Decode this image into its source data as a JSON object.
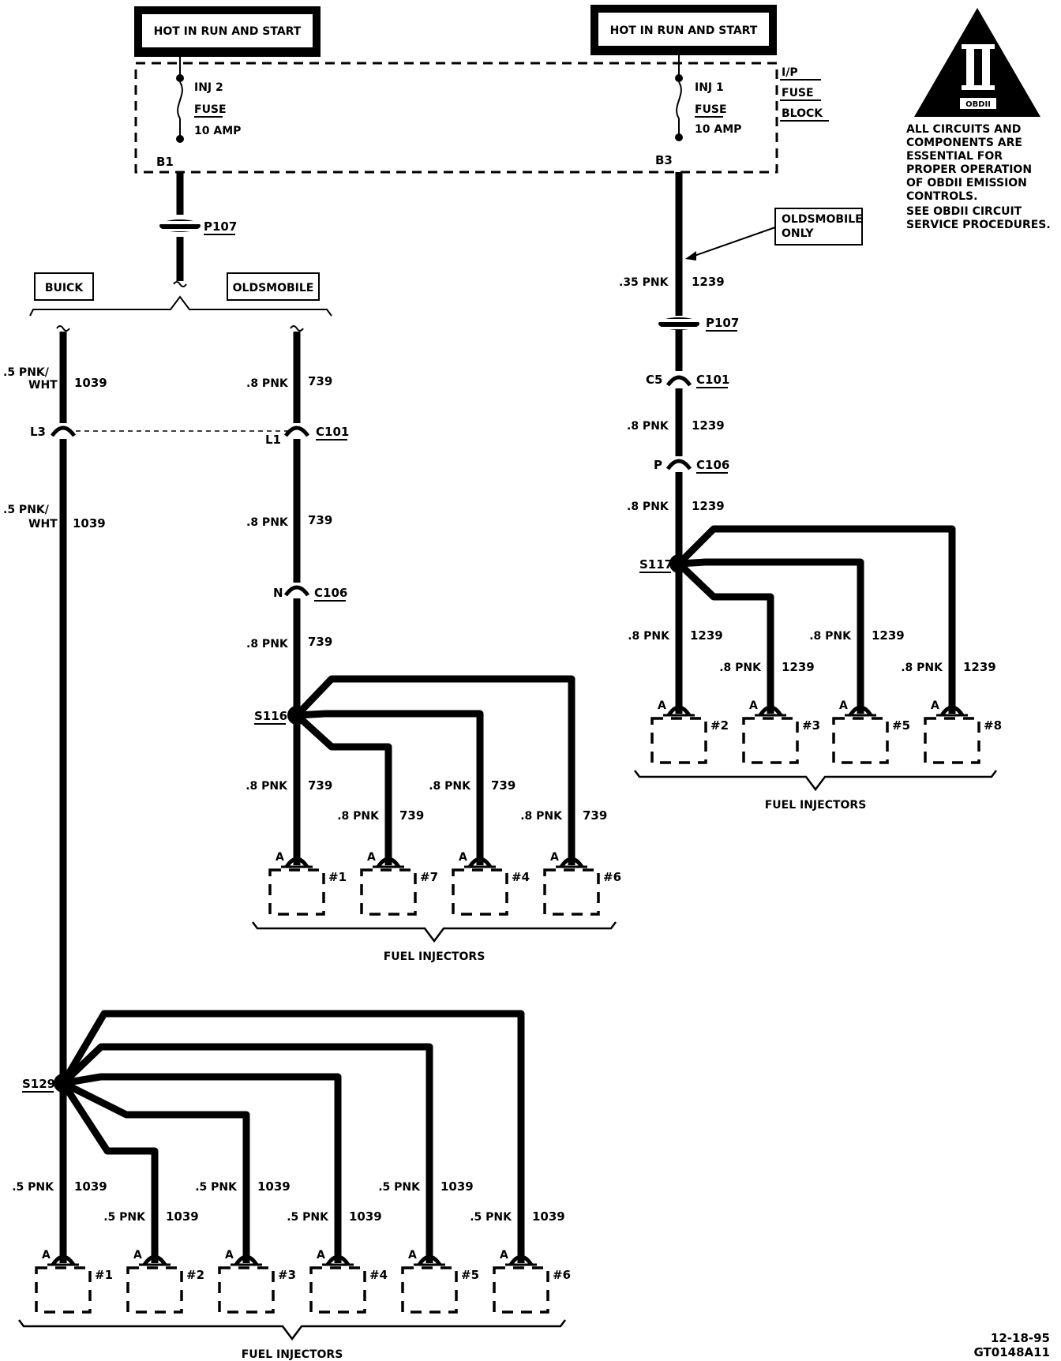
{
  "power": {
    "left_title": "HOT IN RUN AND START",
    "right_title": "HOT IN RUN AND START"
  },
  "fuse_block": {
    "label_line1": "I/P",
    "label_line2": "FUSE",
    "label_line3": "BLOCK",
    "left_fuse": {
      "name": "INJ 2",
      "type": "FUSE",
      "rating": "10 AMP",
      "terminal": "B1"
    },
    "right_fuse": {
      "name": "INJ 1",
      "type": "FUSE",
      "rating": "10 AMP",
      "terminal": "B3"
    }
  },
  "obd": {
    "symbol": "II",
    "badge": "OBDII",
    "note": [
      "ALL CIRCUITS AND",
      "COMPONENTS ARE",
      "ESSENTIAL FOR",
      "PROPER OPERATION",
      "OF OBDII EMISSION",
      "CONTROLS.",
      "SEE OBDII CIRCUIT",
      "SERVICE PROCEDURES."
    ]
  },
  "connectors": {
    "p107_left": "P107",
    "p107_right": "P107",
    "c101_right": "C101",
    "c101_right_pin": "C5",
    "c106_right": "C106",
    "c106_right_pin": "P",
    "c101_left": "C101",
    "c101_left_pin_buick": "L3",
    "c101_left_pin_olds": "L1",
    "c106_left": "C106",
    "c106_left_pin": "N"
  },
  "branches": {
    "buick": "BUICK",
    "oldsmobile": "OLDSMOBILE",
    "olds_only": [
      "OLDSMOBILE",
      "ONLY"
    ]
  },
  "wires": {
    "r_035": ".35 PNK",
    "r_1239": "1239",
    "r_c101_c106_gauge": ".8 PNK",
    "r_c101_c106_circ": "1239",
    "r_c106_s117_gauge": ".8 PNK",
    "r_c106_s117_circ": "1239",
    "buick_top_gauge": [
      ".5 PNK/",
      "WHT"
    ],
    "buick_top_circ": "1039",
    "buick_mid_gauge": [
      ".5 PNK/",
      "WHT"
    ],
    "buick_mid_circ": "1039",
    "olds_top_gauge": ".8 PNK",
    "olds_top_circ": "739",
    "olds_mid_gauge": ".8 PNK",
    "olds_mid_circ": "739",
    "olds_c106_s116_gauge": ".8 PNK",
    "olds_c106_s116_circ": "739"
  },
  "splices": {
    "s116": "S116",
    "s117": "S117",
    "s129": "S129"
  },
  "injector_groups": {
    "right": {
      "label": "FUEL INJECTORS",
      "items": [
        {
          "pin": "A",
          "num": "#2",
          "gauge": ".8 PNK",
          "circuit": "1239"
        },
        {
          "pin": "A",
          "num": "#3",
          "gauge": ".8 PNK",
          "circuit": "1239"
        },
        {
          "pin": "A",
          "num": "#5",
          "gauge": ".8 PNK",
          "circuit": "1239"
        },
        {
          "pin": "A",
          "num": "#8",
          "gauge": ".8 PNK",
          "circuit": "1239"
        }
      ]
    },
    "olds": {
      "label": "FUEL INJECTORS",
      "items": [
        {
          "pin": "A",
          "num": "#1",
          "gauge": ".8 PNK",
          "circuit": "739"
        },
        {
          "pin": "A",
          "num": "#7",
          "gauge": ".8 PNK",
          "circuit": "739"
        },
        {
          "pin": "A",
          "num": "#4",
          "gauge": ".8 PNK",
          "circuit": "739"
        },
        {
          "pin": "A",
          "num": "#6",
          "gauge": ".8 PNK",
          "circuit": "739"
        }
      ]
    },
    "buick": {
      "label": "FUEL INJECTORS",
      "items": [
        {
          "pin": "A",
          "num": "#1",
          "gauge": ".5 PNK",
          "circuit": "1039"
        },
        {
          "pin": "A",
          "num": "#2",
          "gauge": ".5 PNK",
          "circuit": "1039"
        },
        {
          "pin": "A",
          "num": "#3",
          "gauge": ".5 PNK",
          "circuit": "1039"
        },
        {
          "pin": "A",
          "num": "#4",
          "gauge": ".5 PNK",
          "circuit": "1039"
        },
        {
          "pin": "A",
          "num": "#5",
          "gauge": ".5 PNK",
          "circuit": "1039"
        },
        {
          "pin": "A",
          "num": "#6",
          "gauge": ".5 PNK",
          "circuit": "1039"
        }
      ]
    }
  },
  "footer": {
    "date": "12-18-95",
    "code": "GT0148A11"
  }
}
